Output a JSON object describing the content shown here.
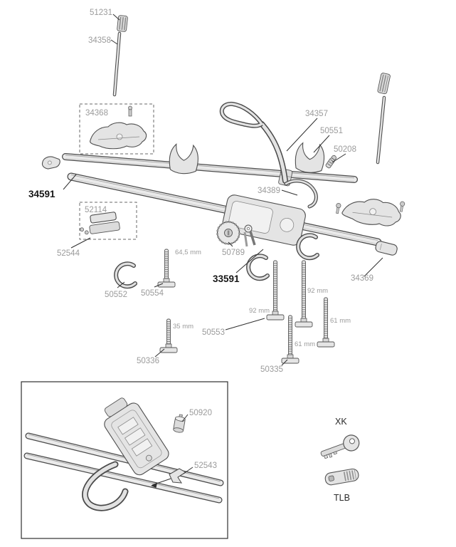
{
  "figure": {
    "background": "#ffffff",
    "type": "exploded-parts-diagram"
  },
  "labels": {
    "l51231": "51231",
    "l34358": "34358",
    "l34368": "34368",
    "l34591": "34591",
    "l34357": "34357",
    "l50551": "50551",
    "l50208": "50208",
    "l34389": "34389",
    "l52114": "52114",
    "l52544": "52544",
    "l50789": "50789",
    "l33591": "33591",
    "l34369": "34369",
    "l50552": "50552",
    "l50554": "50554",
    "l50553": "50553",
    "l50336": "50336",
    "l50335": "50335",
    "l50920": "50920",
    "l52543": "52543",
    "xk": "XK",
    "tlb": "TLB"
  },
  "dimensions": {
    "d645": "64,5 mm",
    "d92a": "92 mm",
    "d92b": "92 mm",
    "d61a": "61 mm",
    "d61b": "61 mm",
    "d35": "35 mm"
  },
  "colors": {
    "label_gray": "#9b9b9b",
    "label_black": "#161616",
    "line_dark": "#4a4a4a",
    "part_fill": "#e7e7e7",
    "leader": "#2f2f2f",
    "background": "#ffffff"
  }
}
